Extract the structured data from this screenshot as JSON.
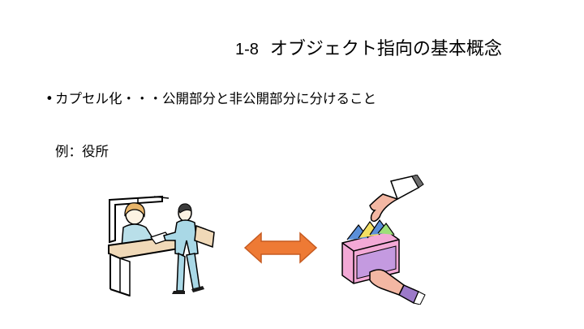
{
  "slide": {
    "title_number": "1-8",
    "title_text": "オブジェクト指向の基本概念",
    "bullet_mark": "•",
    "bullet_text": "カプセル化・・・公開部分と非公開部分に分けること",
    "example_text": "例：役所"
  },
  "colors": {
    "arrow": "#ee7a35",
    "arrow_outline": "#c65a20",
    "counter": "#f0d9b8",
    "clerk_hair": "#e8b56a",
    "visitor_suit": "#a9d8e6",
    "file_blue": "#5a8fd8",
    "file_yellow": "#f3df63",
    "box_pink": "#f3a9d6",
    "box_purple": "#9c7ac9"
  },
  "icons": {
    "left": "office-counter-clipart",
    "center": "double-arrow",
    "right": "file-box-hands-clipart"
  }
}
